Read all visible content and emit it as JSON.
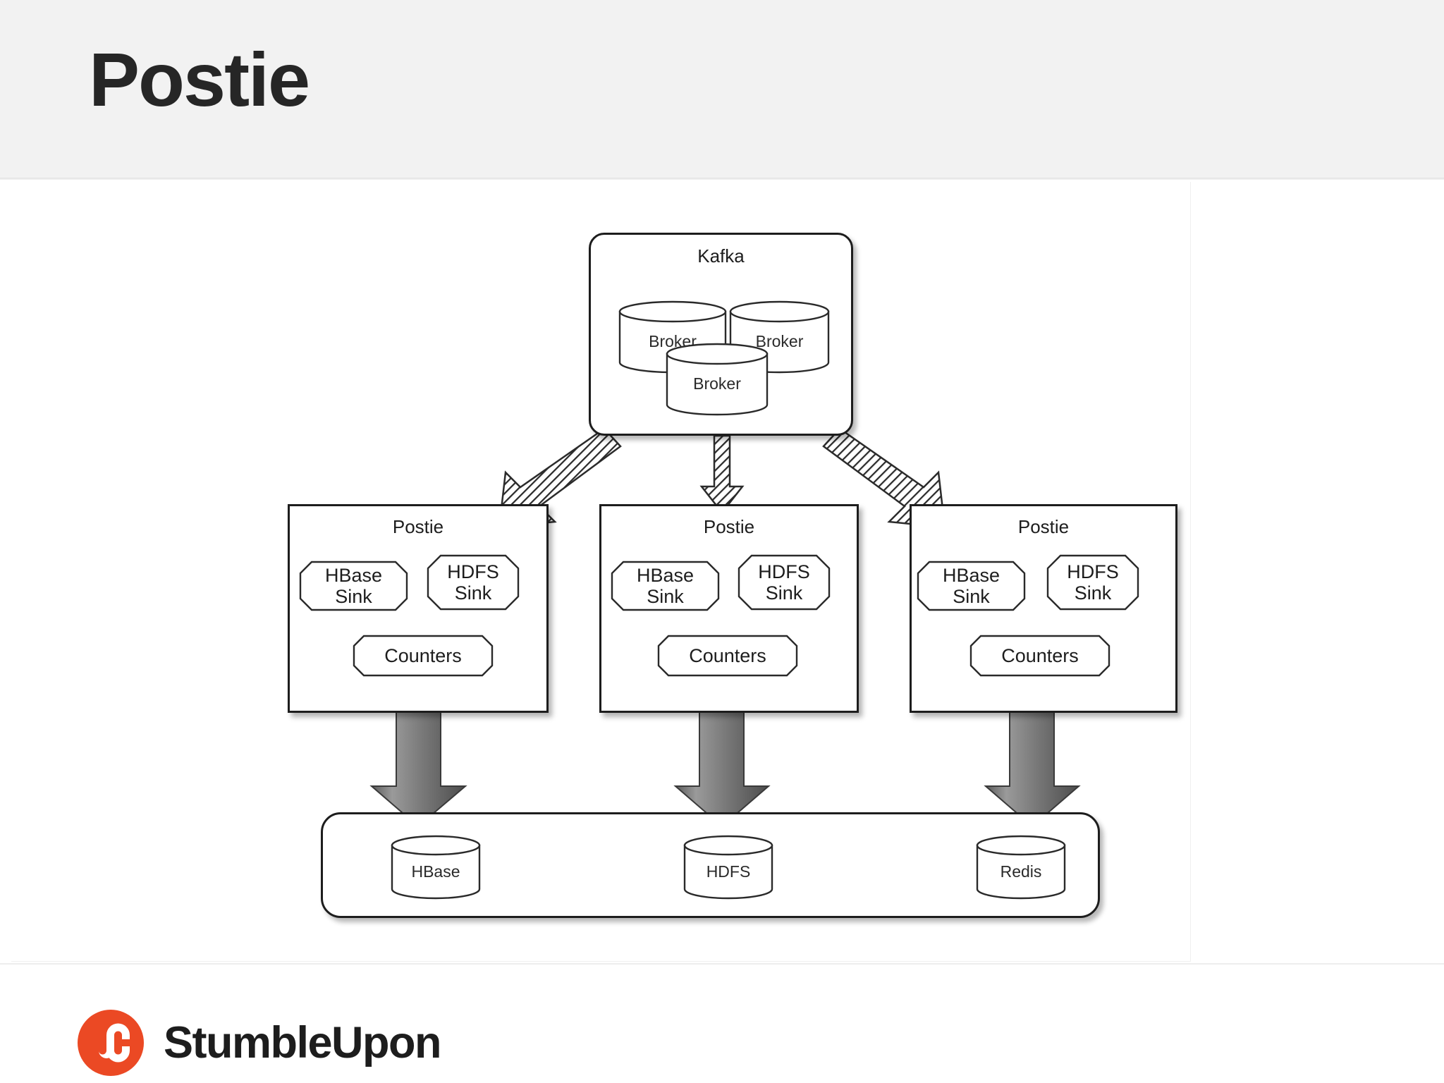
{
  "slide": {
    "title": "Postie",
    "background_color": "#ffffff",
    "header_band_color": "#f2f2f2"
  },
  "diagram": {
    "type": "architecture-flow",
    "kafka_cluster": {
      "label": "Kafka",
      "brokers": [
        {
          "label": "Broker"
        },
        {
          "label": "Broker"
        },
        {
          "label": "Broker"
        }
      ]
    },
    "postie_nodes": [
      {
        "label": "Postie",
        "components": [
          {
            "label": "HBase\nSink"
          },
          {
            "label": "HDFS\nSink"
          },
          {
            "label": "Counters"
          }
        ]
      },
      {
        "label": "Postie",
        "components": [
          {
            "label": "HBase\nSink"
          },
          {
            "label": "HDFS\nSink"
          },
          {
            "label": "Counters"
          }
        ]
      },
      {
        "label": "Postie",
        "components": [
          {
            "label": "HBase\nSink"
          },
          {
            "label": "HDFS\nSink"
          },
          {
            "label": "Counters"
          }
        ]
      }
    ],
    "storage_tier": {
      "stores": [
        {
          "label": "HBase"
        },
        {
          "label": "HDFS"
        },
        {
          "label": "Redis"
        }
      ]
    },
    "edges": {
      "kafka_to_postie_style": "hatched-arrow",
      "postie_to_storage_style": "solid-block-arrow",
      "arrow_fill": "#7d7d7d"
    }
  },
  "footer": {
    "brand_name": "StumbleUpon",
    "brand_color": "#eb4924",
    "mark_icon": "stumbleupon-su-icon"
  }
}
